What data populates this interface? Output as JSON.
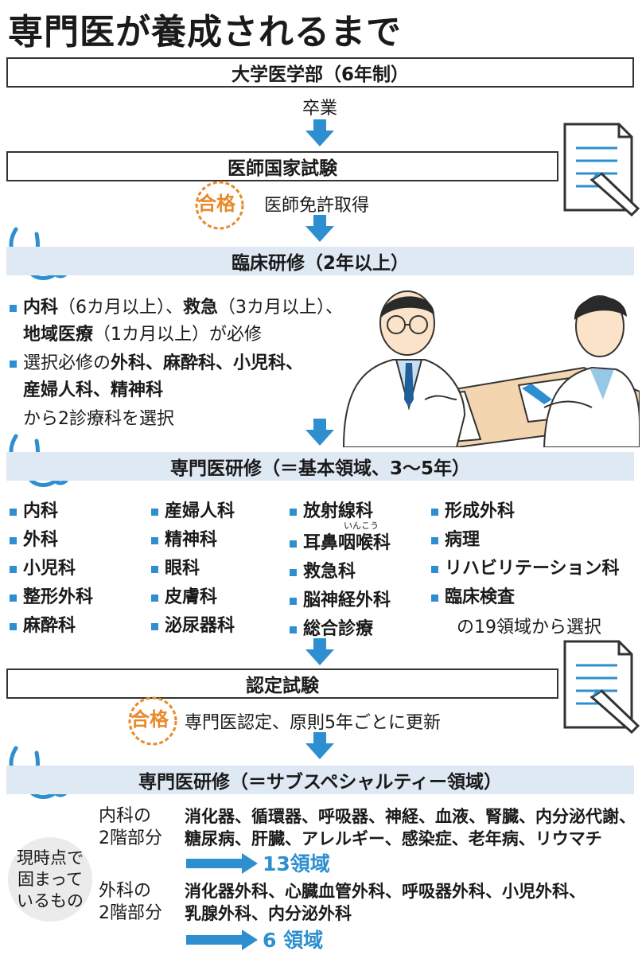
{
  "title": "専門医が養成されるまで",
  "steps": {
    "university": "大学医学部（6年制）",
    "graduation": "卒業",
    "exam": "医師国家試験",
    "pass_mark": "合格",
    "license": "医師免許取得",
    "clinical": "臨床研修（2年以上）",
    "clinical_bullet1_a": "内科",
    "clinical_bullet1_b": "（6カ月以上）、",
    "clinical_bullet1_c": "救急",
    "clinical_bullet1_d": "（3カ月以上）、",
    "clinical_bullet1_e": "地域医療",
    "clinical_bullet1_f": "（1カ月以上）が必修",
    "clinical_bullet2_a": "選択必修の",
    "clinical_bullet2_b": "外科、麻酔科、小児科、",
    "clinical_bullet2_c": "産婦人科、精神科",
    "clinical_bullet2_d": "から2診療科を選択",
    "specialist_basic": "専門医研修（＝基本領域、3～5年）",
    "basic_note": "の19領域から選択",
    "ruby": "いんこう",
    "cert": "認定試験",
    "cert_note": "専門医認定、原則5年ごとに更新",
    "specialist_sub": "専門医研修（＝サブスペシャルティー領域）"
  },
  "basic_columns": [
    [
      "内科",
      "外科",
      "小児科",
      "整形外科",
      "麻酔科"
    ],
    [
      "産婦人科",
      "精神科",
      "眼科",
      "皮膚科",
      "泌尿器科"
    ],
    [
      "放射線科",
      "耳鼻咽喉科",
      "救急科",
      "脳神経外科",
      "総合診療"
    ],
    [
      "形成外科",
      "病理",
      "リハビリテーション科",
      "臨床検査"
    ]
  ],
  "subspecialty": {
    "circle_label_1": "現時点で",
    "circle_label_2": "固まって",
    "circle_label_3": "いるもの",
    "internal_label_1": "内科の",
    "internal_label_2": "2階部分",
    "internal_items_1": "消化器、循環器、呼吸器、神経、血液、腎臓、内分泌代謝、",
    "internal_items_2": "糖尿病、肝臓、アレルギー、感染症、老年病、リウマチ",
    "internal_count": "13領域",
    "surgery_label_1": "外科の",
    "surgery_label_2": "2階部分",
    "surgery_items_1": "消化器外科、心臓血管外科、呼吸器外科、小児外科、",
    "surgery_items_2": "乳腺外科、内分泌外科",
    "surgery_count": "6 領域"
  },
  "colors": {
    "accent": "#2d8fd0",
    "band": "#dfe9f4",
    "pass": "#e8892a"
  },
  "icons": [
    "arrow-down-icon",
    "document-pen-icon",
    "stethoscope-icon",
    "pass-stamp-icon",
    "doctor-illustration",
    "right-arrow-icon"
  ]
}
